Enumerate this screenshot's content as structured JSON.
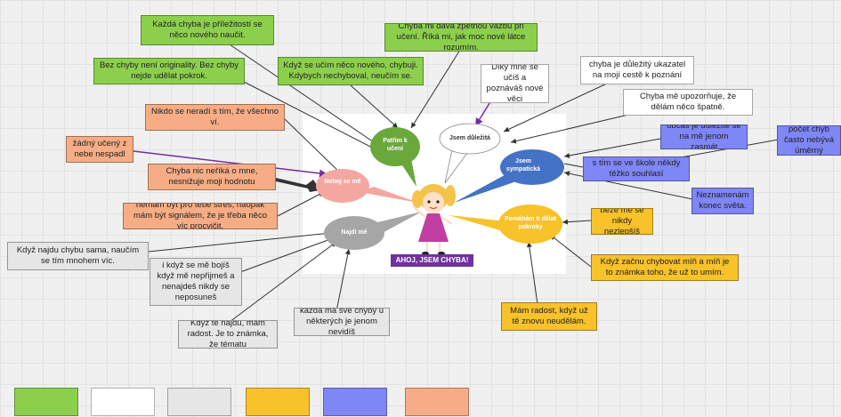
{
  "center": {
    "banner": "AHOJ, JSEM CHYBA!",
    "bubbles": {
      "patrim": "Patřím k učení",
      "dulezita": "Jsem důležitá",
      "sympaticka": "Jsem sympatická",
      "neboj": "Neboj se mě",
      "najdi": "Najdi mě",
      "pomaham": "Pomáhám ti dělat pokroky"
    }
  },
  "notes": {
    "n01": "Každá chyba je příležitostí se něco nového naučit.",
    "n02": "Chyba mi dává zpětnou vazbu při učení. Říká mi, jak moc nové látce rozumím.",
    "n03": "Bez chyby není originality. Bez chyby nejde udělat pokrok.",
    "n04": "Když se učím něco nového, chybuji. Kdybych nechyboval, neučím se.",
    "n05": "Díky mně se učíš a poznáváš nové věci",
    "n06": "chyba je důležitý ukazatel na mojí cestě k poznání",
    "n07": "Chyba mě upozorňuje, že dělám něco špatně.",
    "n08": "Nikdo se neradí s tím, že všechno ví.",
    "n09": "občas je důležité se na mě jenom zasmát",
    "n10": "počet chyb často nebývá úměrný",
    "n11": "žádný učený z nebe nespadl",
    "n12": "s tím se ve škole někdy těžko souhlasí",
    "n13": "Chyba nic neříká o mne, nesnižuje moji hodnotu",
    "n14": "Neznamenám konec světa.",
    "n15": "nemám být pro tebe stres, naopak mám být signálem, že je třeba něco víc procvičit.",
    "n16": "beze mě se nikdy nezlepšíš",
    "n17": "Když najdu chybu sama, naučím se tím mnohem víc.",
    "n18": "i když se mě bojíš když mě nepřijmeš a nenajdeš nikdy se neposuneš",
    "n19": "Když začnu chybovat míň a míň je to známka toho, že už to umím.",
    "n20": "Když tě najdu, mám radost. Je to známka, že tématu",
    "n21": "každá má své chyby u některých je jenom nevidíš",
    "n22": "Mám radost, když už tě znovu neudělám."
  },
  "colors": {
    "green": "#8ccf4d",
    "white": "#ffffff",
    "gray": "#e6e6e6",
    "orange": "#f7c22a",
    "blue": "#7f86f5",
    "salmon": "#f6ad85",
    "banner": "#7030a0",
    "sympaticka": "#4472c4",
    "neboj": "#f4a6a0",
    "najdi": "#a6a6a6"
  }
}
